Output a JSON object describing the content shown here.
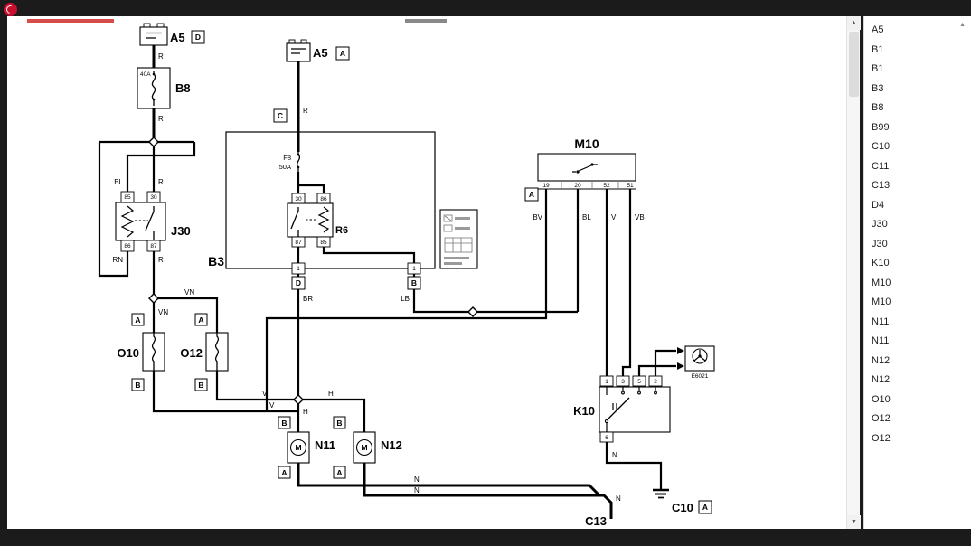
{
  "app": {
    "accent_red": "#c8102e"
  },
  "scrollbar": {
    "up": "▲",
    "down": "▼"
  },
  "panel": {
    "scroll_up_icon": "▲",
    "items": [
      "A5",
      "B1",
      "B1",
      "B3",
      "B8",
      "B99",
      "C10",
      "C11",
      "C13",
      "D4",
      "J30",
      "J30",
      "K10",
      "M10",
      "M10",
      "N11",
      "N11",
      "N12",
      "N12",
      "O10",
      "O12",
      "O12"
    ]
  },
  "diagram": {
    "components": {
      "a5L": "A5",
      "a5L_conn": "D",
      "a5M": "A5",
      "a5M_conn": "A",
      "b8": "B8",
      "b8_rating": "40A",
      "j30": "J30",
      "j30_85": "85",
      "j30_30": "30",
      "j30_86": "86",
      "j30_87": "87",
      "b3": "B3",
      "b3_fuse": "F8",
      "b3_fuse_rating": "50A",
      "b3_connC": "C",
      "b3_connD_pin": "1",
      "b3_connD": "D",
      "b3_connB_pin": "1",
      "b3_connB": "B",
      "r6": "R6",
      "r6_30": "30",
      "r6_86": "86",
      "r6_87": "87",
      "r6_85": "85",
      "o10": "O10",
      "o10_A": "A",
      "o10_B": "B",
      "o12": "O12",
      "o12_A": "A",
      "o12_B": "B",
      "n11": "N11",
      "n11_B": "B",
      "n11_A": "A",
      "n11_motor": "M",
      "n12": "N12",
      "n12_B": "B",
      "n12_A": "A",
      "n12_motor": "M",
      "m10": "M10",
      "m10_conn": "A",
      "m10_19": "19",
      "m10_20": "20",
      "m10_52": "52",
      "m10_51": "51",
      "k10": "K10",
      "k10_1": "1",
      "k10_3": "3",
      "k10_5": "5",
      "k10_2": "2",
      "k10_6": "6",
      "e6021": "E6021",
      "c10": "C10",
      "c10_conn": "A",
      "c13": "C13"
    },
    "wires": {
      "r_a5L": "R",
      "r_b8": "R",
      "r_j30": "R",
      "bl_j30": "BL",
      "rn": "RN",
      "r_j30_out": "R",
      "vn_h": "VN",
      "vn_v": "VN",
      "r_a5M": "R",
      "br": "BR",
      "lb": "LB",
      "v_o12": "V",
      "v_o10": "V",
      "h_n12": "H",
      "h_n11": "H",
      "bv": "BV",
      "bl_m10": "BL",
      "v_m10": "V",
      "vb": "VB",
      "n_n11": "N",
      "n_n12": "N",
      "n_c13": "N",
      "n_k10": "N"
    }
  }
}
